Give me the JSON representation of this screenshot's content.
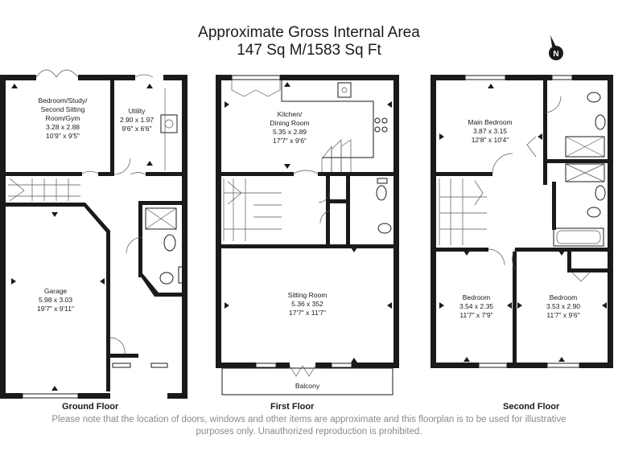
{
  "header": {
    "line1": "Approximate Gross Internal Area",
    "line2": "147 Sq M/1583 Sq Ft"
  },
  "compass_letter": "N",
  "floors": {
    "ground": "Ground Floor",
    "first": "First Floor",
    "second": "Second Floor"
  },
  "rooms": {
    "bedroom_study": [
      "Bedroom/Study/",
      "Second Sitting",
      "Room/Gym",
      "3.28 x 2.88",
      "10'9\" x 9'5\""
    ],
    "utility": [
      "Utility",
      "2.90 x 1.97",
      "9'6\" x 6'6\""
    ],
    "garage": [
      "Garage",
      "5.98 x 3.03",
      "19'7\" x 9'11\""
    ],
    "kitchen": [
      "Kitchen/",
      "Dining Room",
      "5.35 x 2.89",
      "17'7\" x 9'6\""
    ],
    "sitting": [
      "Sitting Room",
      "5.36 x 352",
      "17'7\" x 11'7\""
    ],
    "balcony": "Balcony",
    "main_bedroom": [
      "Main Bedroom",
      "3.87 x 3.15",
      "12'8\" x 10'4\""
    ],
    "bedroom2": [
      "Bedroom",
      "3.54 x 2.35",
      "11'7\" x 7'9\""
    ],
    "bedroom3": [
      "Bedroom",
      "3.53 x 2.90",
      "11'7\" x 9'6\""
    ]
  },
  "disclaimer": {
    "line1": "Please note that the location of doors, windows and other items are approximate and this floorplan is to be used for illustrative",
    "line2": "purposes only. Unauthorized reproduction is prohibited."
  }
}
